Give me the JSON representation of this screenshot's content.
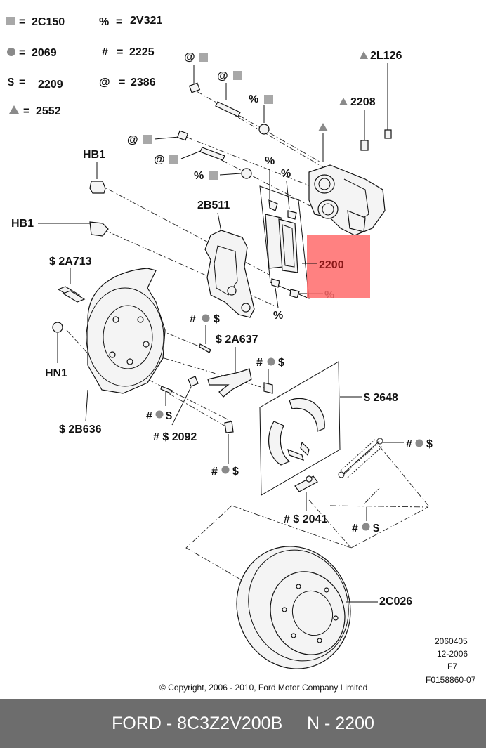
{
  "legend": [
    {
      "symbol": "■",
      "eq": "=",
      "code": "2C150"
    },
    {
      "symbol": "●",
      "eq": "=",
      "code": "2069"
    },
    {
      "symbol": "$",
      "eq": "=",
      "code": "2209"
    },
    {
      "symbol": "▲",
      "eq": "=",
      "code": "2552"
    },
    {
      "symbol": "%",
      "eq": "=",
      "code": "2V321"
    },
    {
      "symbol": "#",
      "eq": "=",
      "code": "2225"
    },
    {
      "symbol": "@",
      "eq": "=",
      "code": "2386"
    }
  ],
  "callouts": {
    "at1": "@",
    "at2": "@",
    "at3": "@",
    "at4": "@",
    "pct1": "%",
    "pct2": "%",
    "pct3": "%",
    "pct4": "%",
    "pct5": "%",
    "pct6": "%",
    "p_2L126": "2L126",
    "p_2208": "2208",
    "hb1_top": "HB1",
    "hb1_mid": "HB1",
    "p_2B511": "2B511",
    "p_2200": "2200",
    "p_2A713": "$ 2A713",
    "hn1": "HN1",
    "p_2B636": "$ 2B636",
    "hash_a": "#",
    "dollar_a": "$",
    "p_2A637": "$ 2A637",
    "hash_b": "#",
    "dollar_b": "$",
    "p_2648": "$ 2648",
    "hash_c": "#",
    "dollar_c": "$",
    "p_2092": "# $ 2092",
    "hash_d": "#",
    "dollar_d": "$",
    "hash_e": "#",
    "dollar_e": "$",
    "p_2041": "# $ 2041",
    "hash_f": "#",
    "dollar_f": "$",
    "p_2C026": "2C026"
  },
  "meta": {
    "line1": "2060405",
    "line2": "12-2006",
    "line3": "F7",
    "line4": "F0158860-07",
    "copyright": "© Copyright,  2006 - 2010,  Ford Motor Company Limited"
  },
  "footer": {
    "brand": "FORD",
    "sep": " - ",
    "part_number": "8C3Z2V200B",
    "gap": "     ",
    "ref": "N - 2200"
  },
  "colors": {
    "highlight": "#ff6b6b",
    "symbol_gray": "#a8a8a8",
    "footer_bg": "#6d6d6d",
    "footer_text": "#ffffff"
  }
}
